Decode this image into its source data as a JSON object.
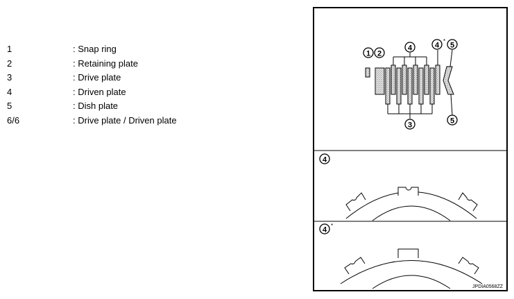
{
  "legend": [
    {
      "number": "1",
      "description": ": Snap ring"
    },
    {
      "number": "2",
      "description": ": Retaining plate"
    },
    {
      "number": "3",
      "description": ": Drive plate"
    },
    {
      "number": "4",
      "description": ": Driven plate"
    },
    {
      "number": "5",
      "description": ": Dish plate"
    },
    {
      "number": "6/6",
      "description": ": Drive plate / Driven plate"
    }
  ],
  "figure": {
    "callouts": {
      "snap_ring": "1",
      "retaining_plate": "2",
      "driven_plate": "4",
      "driven_plate_alt": "4",
      "driven_plate_alt_mark": "*",
      "dish_plate_top": "5",
      "dish_plate_bottom": "5",
      "drive_plate": "3",
      "section_driven": "4",
      "section_driven_alt": "4",
      "section_driven_alt_mark": "*"
    },
    "image_code": "JPDIA0568ZZ"
  }
}
